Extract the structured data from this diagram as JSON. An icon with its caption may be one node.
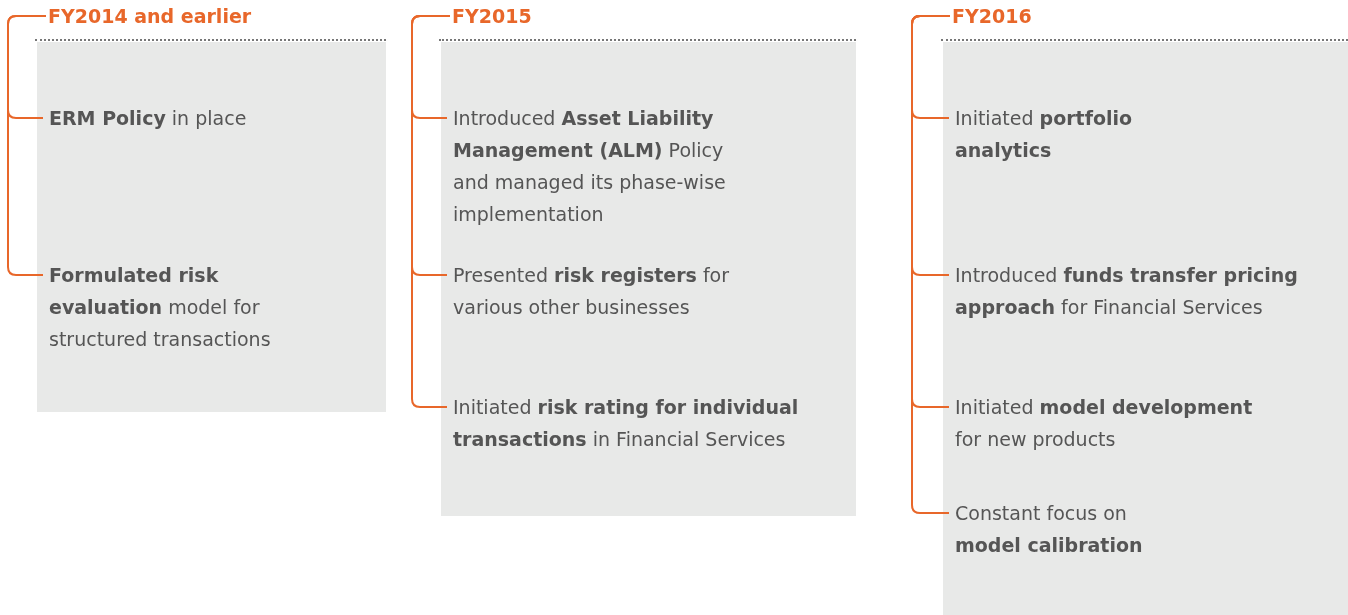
{
  "diagram": {
    "nodes": [
      {
        "text": [
          "FY2014 and earlier"
        ]
      },
      {
        "text": [
          "**ERM Policy** in place"
        ]
      },
      {
        "text": [
          "**Formulated risk evaluation** model for structured transactions"
        ]
      },
      {
        "text": [
          "FY2015"
        ]
      },
      {
        "text": [
          "Introduced **Asset Liability Management (ALM)** Policy and managed its phase-wise implementation"
        ]
      },
      {
        "text": [
          "Presented **risk registers** for various other businesses"
        ]
      },
      {
        "text": [
          "Initiated **risk rating for individual transactions** in Financial Services"
        ]
      },
      {
        "text": [
          "FY2016"
        ]
      },
      {
        "text": [
          "Initiated **portfolio analytics**"
        ]
      },
      {
        "text": [
          "Introduced **funds transfer pricing approach** for Financial Services"
        ]
      },
      {
        "text": [
          "Initiated **model development** for new products"
        ]
      },
      {
        "text": [
          "Constant focus on **model calibration**"
        ]
      }
    ],
    "edges": [
      {
        "from": 0,
        "to": 1,
        "arrow": "none"
      },
      {
        "from": 0,
        "to": 2,
        "arrow": "none"
      },
      {
        "from": 3,
        "to": 4,
        "arrow": "none"
      },
      {
        "from": 3,
        "to": 5,
        "arrow": "none"
      },
      {
        "from": 3,
        "to": 6,
        "arrow": "none"
      },
      {
        "from": 7,
        "to": 8,
        "arrow": "none"
      },
      {
        "from": 7,
        "to": 9,
        "arrow": "none"
      },
      {
        "from": 7,
        "to": 10,
        "arrow": "none"
      },
      {
        "from": 7,
        "to": 11,
        "arrow": "none"
      }
    ]
  }
}
